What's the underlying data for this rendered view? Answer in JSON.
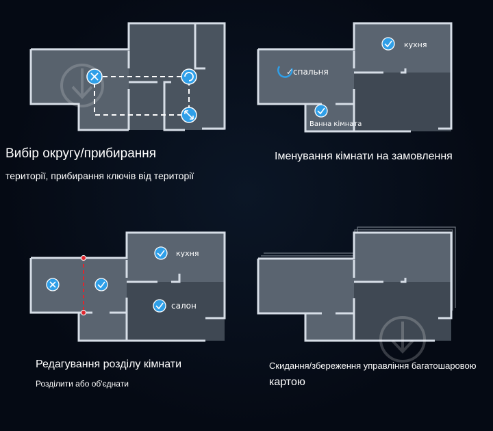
{
  "colors": {
    "wall": "#d7dee7",
    "floor": "#5a6470",
    "floor_dark": "#3d4651",
    "accent": "#2f9fe8",
    "dashed": "#ffffff",
    "split_line": "#e0262e"
  },
  "panels": [
    {
      "caption_main": "Вибір округу/прибирання",
      "caption_sub": "території, прибирання ключів від території"
    },
    {
      "caption_main": "Іменування кімнати на замовлення",
      "rooms": {
        "bedroom": "✓спальня",
        "kitchen": "кухня",
        "bathroom": "Ванна кімната"
      }
    },
    {
      "caption_main": "Редагування розділу кімнати",
      "caption_sub": "Розділити або об'єднати",
      "rooms": {
        "kitchen": "кухня",
        "living": "салон"
      }
    },
    {
      "caption_main": "Скидання/збереження управління багатошаровою",
      "caption_sub": "картою"
    }
  ]
}
